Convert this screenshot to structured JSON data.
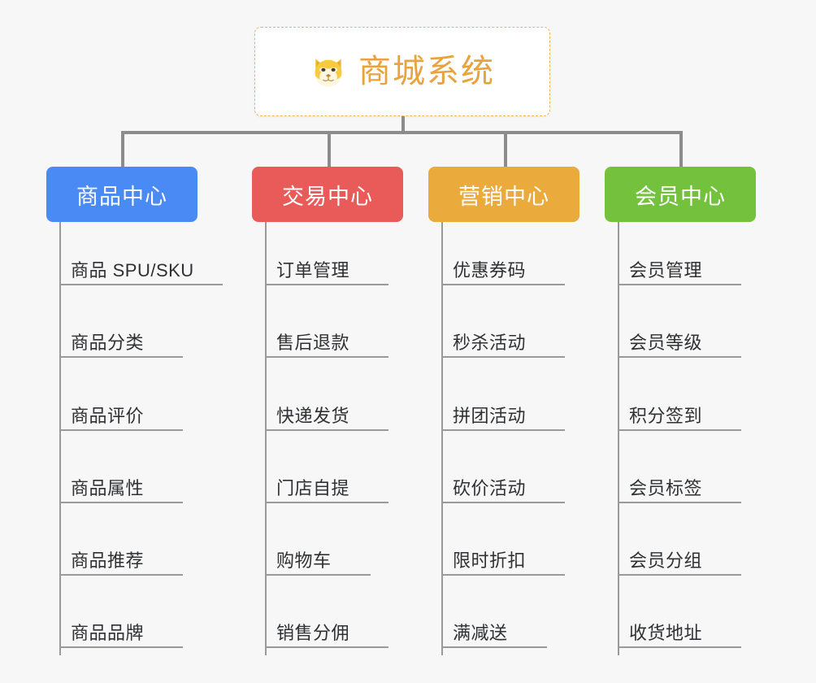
{
  "diagram": {
    "title": "商城系统",
    "root_icon": "shiba-dog-face-icon",
    "root_accent_color": "#e8a33d",
    "background_color": "#f7f7f7",
    "connector_color": "#8c8c8c",
    "branches": [
      {
        "label": "商品中心",
        "color": "#4a8af4",
        "items": [
          "商品 SPU/SKU",
          "商品分类",
          "商品评价",
          "商品属性",
          "商品推荐",
          "商品品牌"
        ]
      },
      {
        "label": "交易中心",
        "color": "#e85b58",
        "items": [
          "订单管理",
          "售后退款",
          "快递发货",
          "门店自提",
          "购物车",
          "销售分佣"
        ]
      },
      {
        "label": "营销中心",
        "color": "#eaaa3c",
        "items": [
          "优惠券码",
          "秒杀活动",
          "拼团活动",
          "砍价活动",
          "限时折扣",
          "满减送"
        ]
      },
      {
        "label": "会员中心",
        "color": "#73c13d",
        "items": [
          "会员管理",
          "会员等级",
          "积分签到",
          "会员标签",
          "会员分组",
          "收货地址"
        ]
      }
    ]
  }
}
